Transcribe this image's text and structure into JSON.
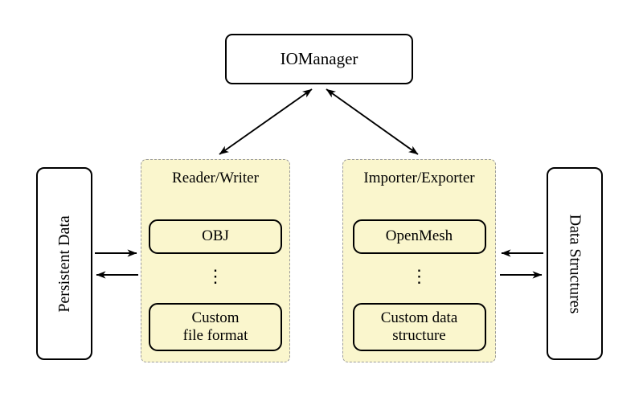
{
  "diagram": {
    "iomanager": {
      "label": "IOManager"
    },
    "left_panel": {
      "label": "Persistent Data"
    },
    "right_panel": {
      "label": "Data Structures"
    },
    "reader_writer": {
      "title": "Reader/Writer",
      "ellipsis": "⋮",
      "items": [
        "OBJ",
        "Custom\nfile format"
      ]
    },
    "importer_exporter": {
      "title": "Importer/Exporter",
      "ellipsis": "⋮",
      "items": [
        "OpenMesh",
        "Custom data\nstructure"
      ]
    },
    "colors": {
      "group_fill": "#FAF6CD",
      "group_border": "#9C9C9C",
      "line": "#000000",
      "background": "#FFFFFF"
    }
  }
}
